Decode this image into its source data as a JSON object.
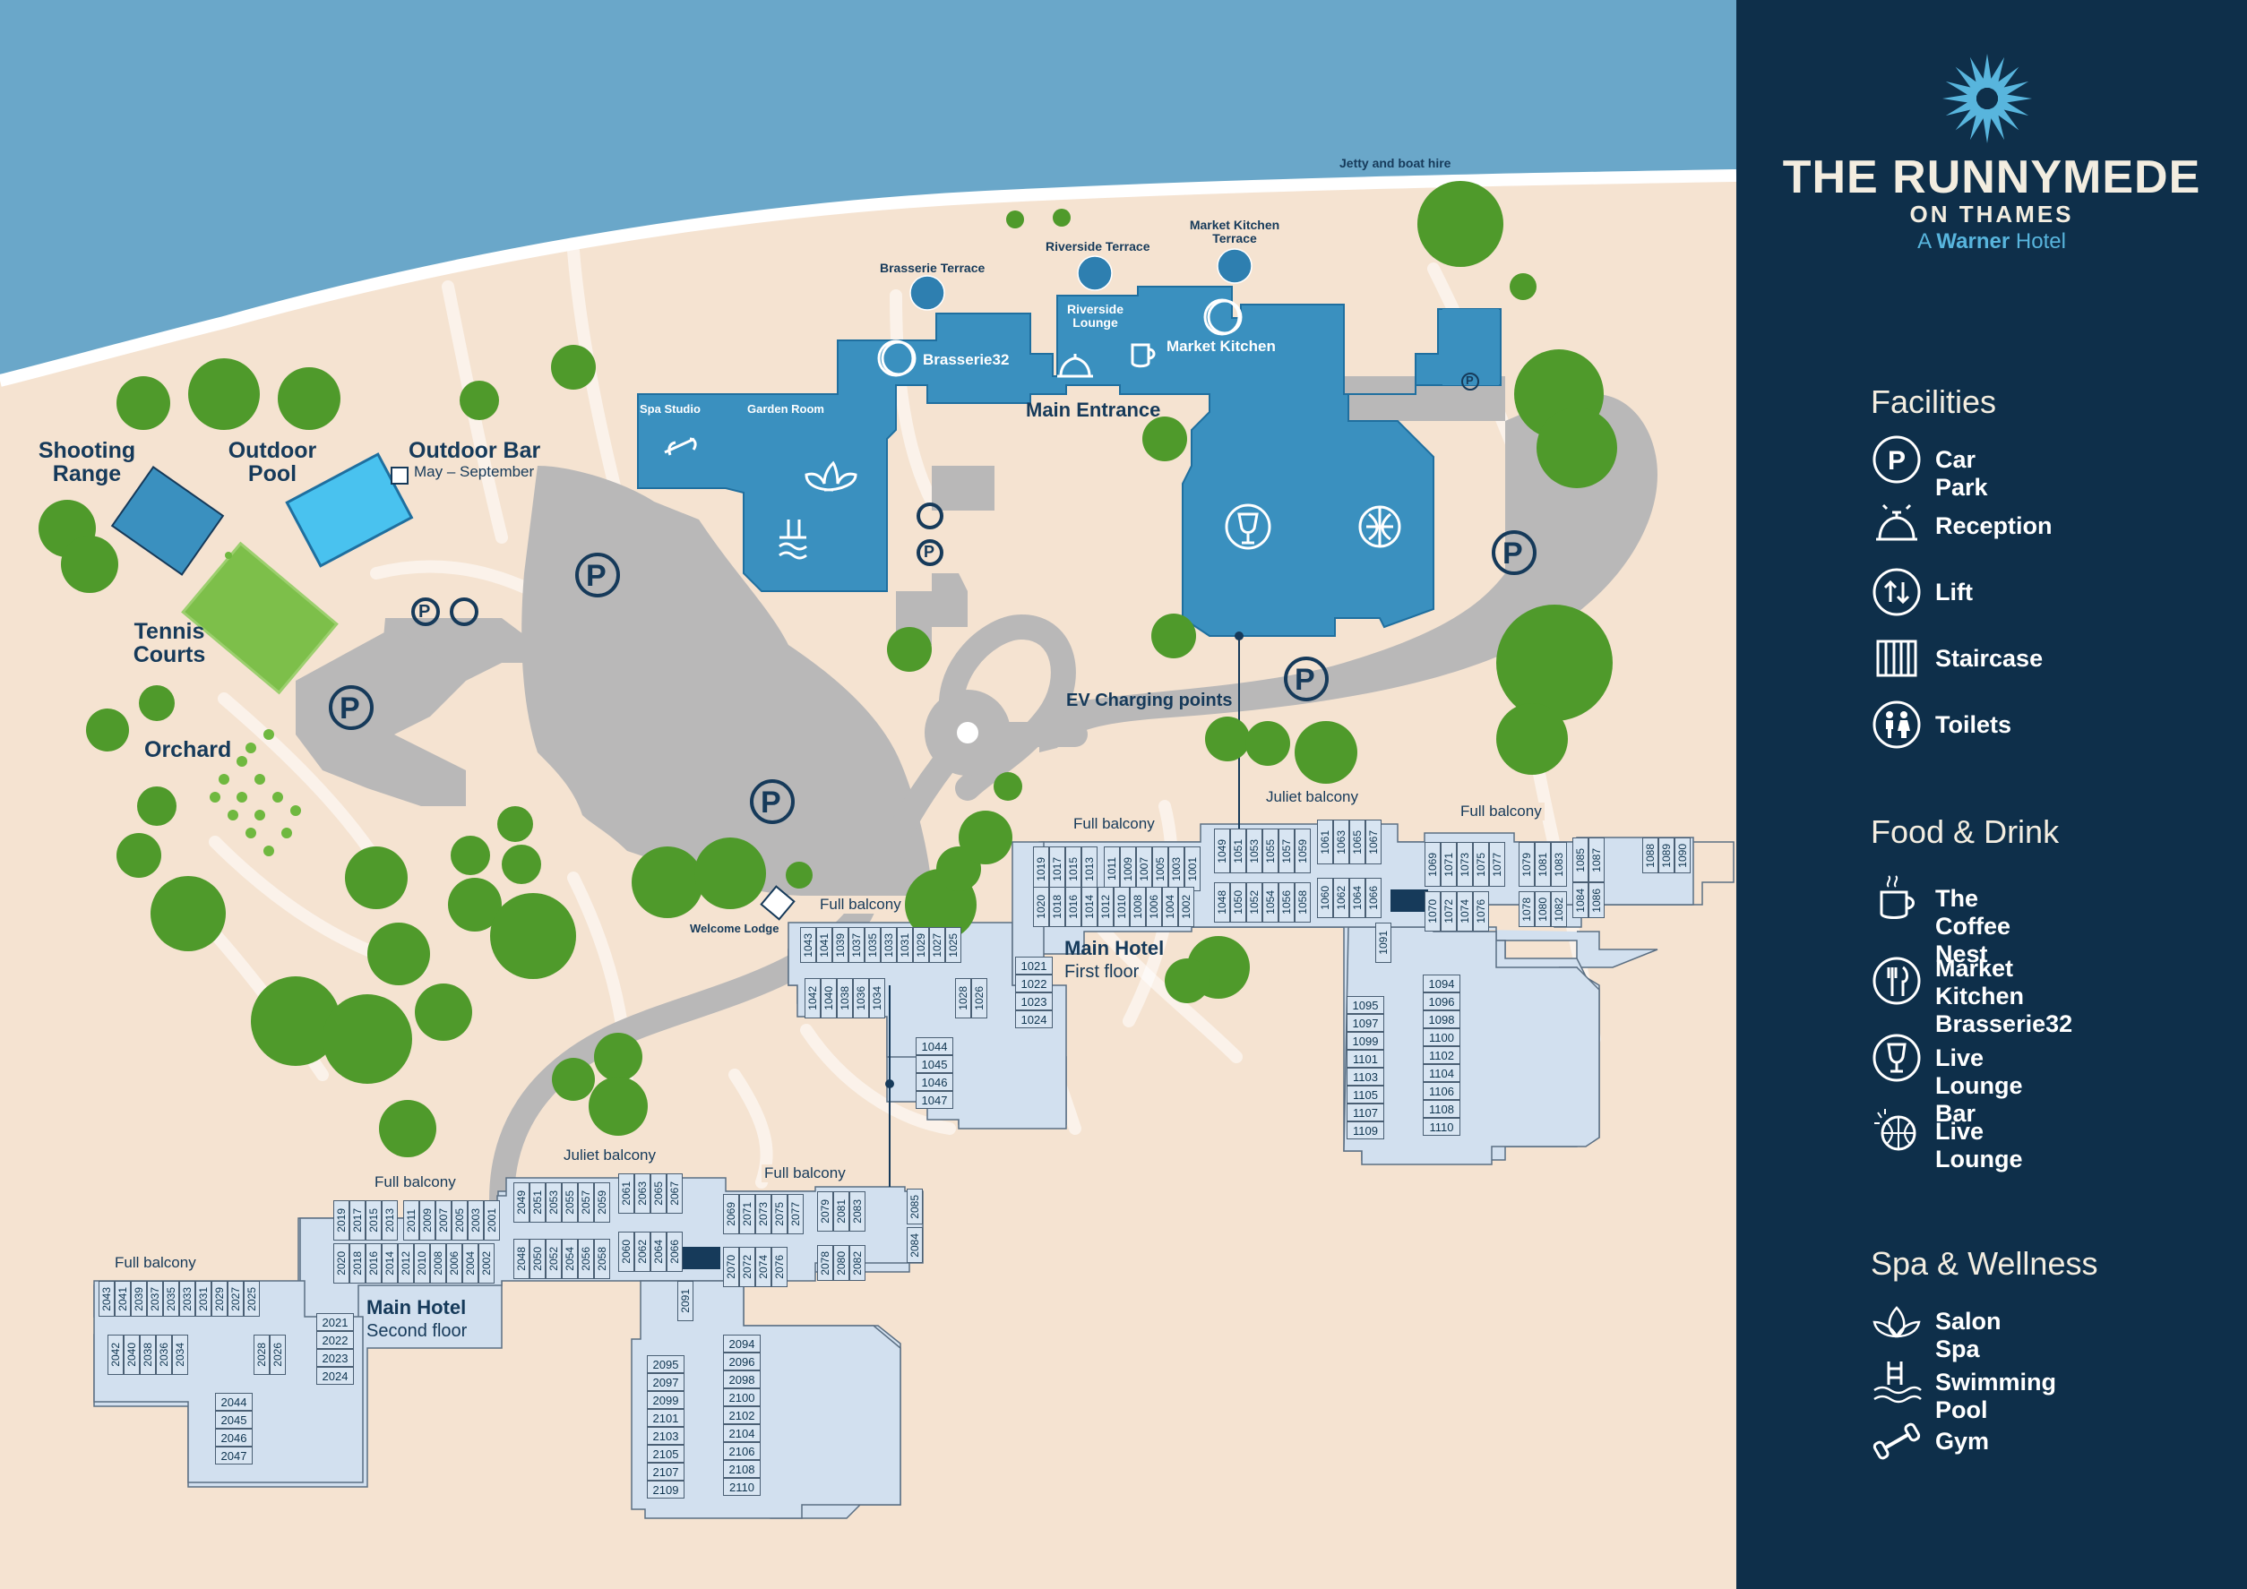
{
  "brand": {
    "name": "THE RUNNYMEDE",
    "line2": "ON THAMES",
    "line3_prefix": "A",
    "line3_brand": "Warner",
    "line3_suffix": "Hotel"
  },
  "legend": {
    "facilities_title": "Facilities",
    "facilities": [
      {
        "label": "Car Park",
        "icon": "parking-icon"
      },
      {
        "label": "Reception",
        "icon": "reception-bell-icon"
      },
      {
        "label": "Lift",
        "icon": "lift-icon"
      },
      {
        "label": "Staircase",
        "icon": "staircase-icon"
      },
      {
        "label": "Toilets",
        "icon": "toilets-icon"
      }
    ],
    "food_title": "Food & Drink",
    "food": [
      {
        "label": "The Coffee Nest",
        "icon": "coffee-cup-icon"
      },
      {
        "label": "Market Kitchen",
        "label2": "Brasserie32",
        "icon": "cutlery-icon"
      },
      {
        "label": "Live Lounge Bar",
        "icon": "wine-glass-icon"
      },
      {
        "label": "Live Lounge",
        "icon": "disco-ball-icon"
      }
    ],
    "spa_title": "Spa & Wellness",
    "spa": [
      {
        "label": "Salon Spa",
        "icon": "lotus-icon"
      },
      {
        "label": "Swimming Pool",
        "icon": "pool-ladder-icon"
      },
      {
        "label": "Gym",
        "icon": "dumbbell-icon"
      }
    ]
  },
  "map": {
    "jetty": "Jetty and boat hire",
    "brasserie_terrace": "Brasserie Terrace",
    "riverside_terrace": "Riverside Terrace",
    "mk_terrace_1": "Market Kitchen",
    "mk_terrace_2": "Terrace",
    "riverside_lounge_1": "Riverside",
    "riverside_lounge_2": "Lounge",
    "market_kitchen": "Market Kitchen",
    "brasserie32": "Brasserie32",
    "spa_studio": "Spa Studio",
    "garden_room": "Garden Room",
    "main_entrance": "Main Entrance",
    "shooting_range_1": "Shooting",
    "shooting_range_2": "Range",
    "outdoor_pool_1": "Outdoor",
    "outdoor_pool_2": "Pool",
    "outdoor_bar": "Outdoor Bar",
    "outdoor_bar_hours": "May – September",
    "tennis_1": "Tennis",
    "tennis_2": "Courts",
    "orchard": "Orchard",
    "ev_charging": "EV Charging points",
    "welcome_lodge": "Welcome Lodge",
    "main_hotel_first": "Main Hotel",
    "first_floor": "First floor",
    "main_hotel_second": "Main Hotel",
    "second_floor": "Second floor",
    "full_balcony": "Full balcony",
    "juliet_balcony": "Juliet balcony",
    "parking_letter": "P"
  },
  "rooms": {
    "ff_top_a": [
      "1019",
      "1017",
      "1015",
      "1013"
    ],
    "ff_top_b": [
      "1011",
      "1009",
      "1007",
      "1005",
      "1003",
      "1001"
    ],
    "ff_top_c": [
      "1049",
      "1051",
      "1053",
      "1055",
      "1057",
      "1059"
    ],
    "ff_top_d": [
      "1061",
      "1063",
      "1065",
      "1067"
    ],
    "ff_top_e": [
      "1069",
      "1071",
      "1073",
      "1075",
      "1077"
    ],
    "ff_top_f": [
      "1079",
      "1081",
      "1083"
    ],
    "ff_top_g": [
      "1085",
      "1087"
    ],
    "ff_top_h": [
      "1088",
      "1089",
      "1090"
    ],
    "ff_bot_a": [
      "1020",
      "1018",
      "1016",
      "1014",
      "1012",
      "1010",
      "1008",
      "1006",
      "1004",
      "1002"
    ],
    "ff_bot_c": [
      "1048",
      "1050",
      "1052",
      "1054",
      "1056",
      "1058"
    ],
    "ff_bot_d": [
      "1060",
      "1062",
      "1064",
      "1066"
    ],
    "ff_bot_e": [
      "1070",
      "1072",
      "1074",
      "1076"
    ],
    "ff_bot_f": [
      "1078",
      "1080",
      "1082"
    ],
    "ff_bot_g": [
      "1084",
      "1086"
    ],
    "ff_west_top": [
      "1043",
      "1041",
      "1039",
      "1037",
      "1035",
      "1033",
      "1031",
      "1029",
      "1027",
      "1025"
    ],
    "ff_west_bot": [
      "1042",
      "1040",
      "1038",
      "1036",
      "1034"
    ],
    "ff_west_mid": [
      "1028",
      "1026"
    ],
    "ff_col_a": [
      "1021",
      "1022",
      "1023",
      "1024"
    ],
    "ff_col_b": [
      "1044",
      "1045",
      "1046",
      "1047"
    ],
    "ff_east_l": [
      "1091"
    ],
    "ff_east_a": [
      "1095",
      "1097",
      "1099",
      "1101",
      "1103",
      "1105",
      "1107",
      "1109"
    ],
    "ff_east_b": [
      "1094",
      "1096",
      "1098",
      "1100",
      "1102",
      "1104",
      "1106",
      "1108",
      "1110"
    ],
    "sf_top_a": [
      "2019",
      "2017",
      "2015",
      "2013"
    ],
    "sf_top_b": [
      "2011",
      "2009",
      "2007",
      "2005",
      "2003",
      "2001"
    ],
    "sf_top_c": [
      "2049",
      "2051",
      "2053",
      "2055",
      "2057",
      "2059"
    ],
    "sf_top_d": [
      "2061",
      "2063",
      "2065",
      "2067"
    ],
    "sf_top_e": [
      "2069",
      "2071",
      "2073",
      "2075",
      "2077"
    ],
    "sf_top_f": [
      "2079",
      "2081",
      "2083"
    ],
    "sf_top_g": [
      "2085"
    ],
    "sf_bot_a": [
      "2020",
      "2018",
      "2016",
      "2014",
      "2012",
      "2010",
      "2008",
      "2006",
      "2004",
      "2002"
    ],
    "sf_bot_c": [
      "2048",
      "2050",
      "2052",
      "2054",
      "2056",
      "2058"
    ],
    "sf_bot_d": [
      "2060",
      "2062",
      "2064",
      "2066"
    ],
    "sf_bot_e": [
      "2070",
      "2072",
      "2074",
      "2076"
    ],
    "sf_bot_f": [
      "2078",
      "2080",
      "2082"
    ],
    "sf_bot_g": [
      "2084"
    ],
    "sf_west_top": [
      "2043",
      "2041",
      "2039",
      "2037",
      "2035",
      "2033",
      "2031",
      "2029",
      "2027",
      "2025"
    ],
    "sf_west_bot": [
      "2042",
      "2040",
      "2038",
      "2036",
      "2034"
    ],
    "sf_west_mid": [
      "2028",
      "2026"
    ],
    "sf_col_a": [
      "2021",
      "2022",
      "2023",
      "2024"
    ],
    "sf_col_b": [
      "2044",
      "2045",
      "2046",
      "2047"
    ],
    "sf_east_l": [
      "2091"
    ],
    "sf_east_a": [
      "2095",
      "2097",
      "2099",
      "2101",
      "2103",
      "2105",
      "2107",
      "2109"
    ],
    "sf_east_b": [
      "2094",
      "2096",
      "2098",
      "2100",
      "2102",
      "2104",
      "2106",
      "2108",
      "2110"
    ]
  },
  "colors": {
    "river": "#6aa7c9",
    "land": "#f5e3d1",
    "building": "#3a90bf",
    "parking": "#b9b8b8",
    "floorplan": "#d2e0ef",
    "navy": "#0e2f4a",
    "accent": "#58b5dd"
  }
}
